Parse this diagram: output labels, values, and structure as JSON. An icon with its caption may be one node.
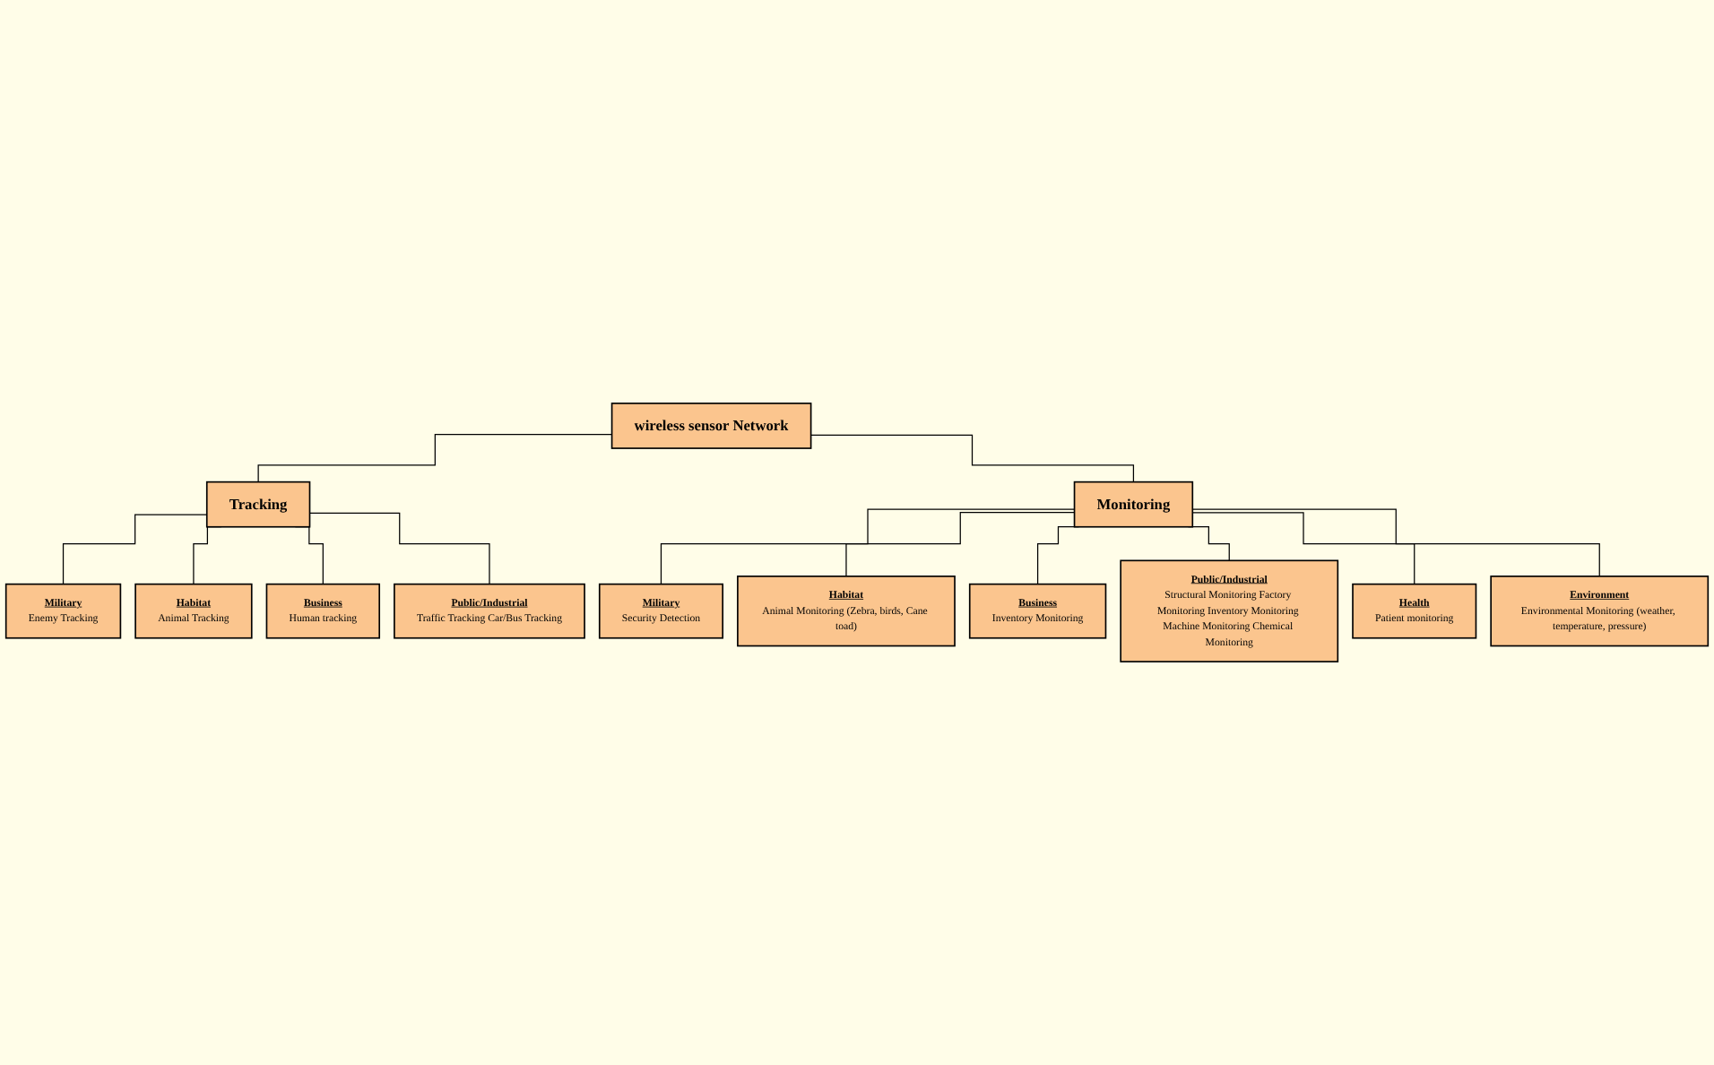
{
  "diagram": {
    "nodes": [
      {
        "text": [
          "wireless sensor Network"
        ]
      },
      {
        "text": [
          "Tracking"
        ]
      },
      {
        "text": [
          "Monitoring"
        ]
      },
      {
        "text": [
          "Military",
          "Enemy Tracking"
        ]
      },
      {
        "text": [
          "Habitat",
          "Animal Tracking"
        ]
      },
      {
        "text": [
          "Business",
          "Human tracking"
        ]
      },
      {
        "text": [
          "Public/Industrial",
          "Traffic Tracking Car/Bus Tracking"
        ]
      },
      {
        "text": [
          "Military",
          "Security Detection"
        ]
      },
      {
        "text": [
          "Habitat",
          "Animal Monitoring (Zebra, birds, Cane toad)"
        ]
      },
      {
        "text": [
          "Business",
          "Inventory Monitoring"
        ]
      },
      {
        "text": [
          "Public/Industrial",
          "Structural Monitoring Factory Monitoring Inventory Monitoring Machine Monitoring Chemical Monitoring"
        ]
      },
      {
        "text": [
          "Health",
          "Patient monitoring"
        ]
      },
      {
        "text": [
          "Environment",
          "Environmental Monitoring (weather, temperature, pressure)"
        ]
      }
    ],
    "edges": [
      {
        "from": 0,
        "to": 1,
        "arrow": "none"
      },
      {
        "from": 0,
        "to": 2,
        "arrow": "none"
      },
      {
        "from": 1,
        "to": 3,
        "arrow": "none"
      },
      {
        "from": 1,
        "to": 4,
        "arrow": "none"
      },
      {
        "from": 1,
        "to": 5,
        "arrow": "none"
      },
      {
        "from": 1,
        "to": 6,
        "arrow": "none"
      },
      {
        "from": 2,
        "to": 7,
        "arrow": "none"
      },
      {
        "from": 2,
        "to": 8,
        "arrow": "none"
      },
      {
        "from": 2,
        "to": 9,
        "arrow": "none"
      },
      {
        "from": 2,
        "to": 10,
        "arrow": "none"
      },
      {
        "from": 2,
        "to": 11,
        "arrow": "none"
      },
      {
        "from": 2,
        "to": 12,
        "arrow": "none"
      }
    ]
  }
}
